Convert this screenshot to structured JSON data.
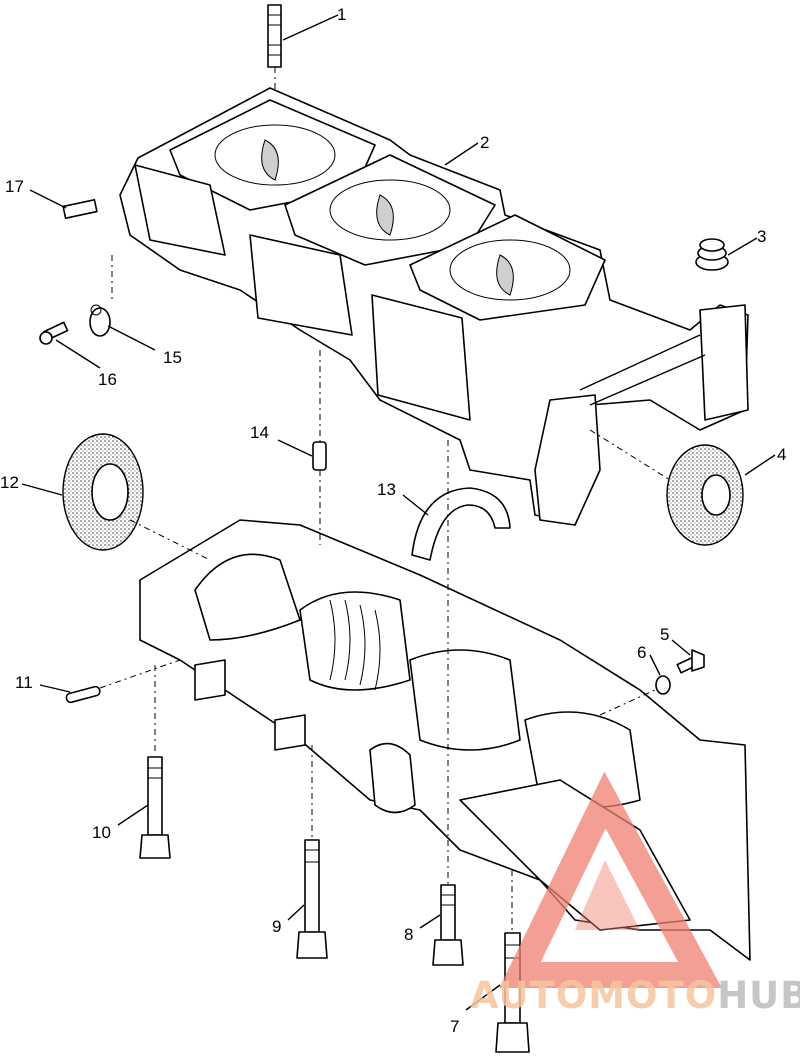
{
  "callouts": [
    {
      "id": "1",
      "label": "1"
    },
    {
      "id": "2",
      "label": "2"
    },
    {
      "id": "3",
      "label": "3"
    },
    {
      "id": "4",
      "label": "4"
    },
    {
      "id": "5",
      "label": "5"
    },
    {
      "id": "6",
      "label": "6"
    },
    {
      "id": "7",
      "label": "7"
    },
    {
      "id": "8",
      "label": "8"
    },
    {
      "id": "9",
      "label": "9"
    },
    {
      "id": "10",
      "label": "10"
    },
    {
      "id": "11",
      "label": "11"
    },
    {
      "id": "12",
      "label": "12"
    },
    {
      "id": "13",
      "label": "13"
    },
    {
      "id": "14",
      "label": "14"
    },
    {
      "id": "15",
      "label": "15"
    },
    {
      "id": "16",
      "label": "16"
    },
    {
      "id": "17",
      "label": "17"
    }
  ],
  "watermark": {
    "part1": "AUTOMOTO",
    "part2": "HUB",
    "color_primary": "#f5c6a0",
    "color_secondary": "#bdbdbd",
    "logo_color": "#f08070"
  }
}
